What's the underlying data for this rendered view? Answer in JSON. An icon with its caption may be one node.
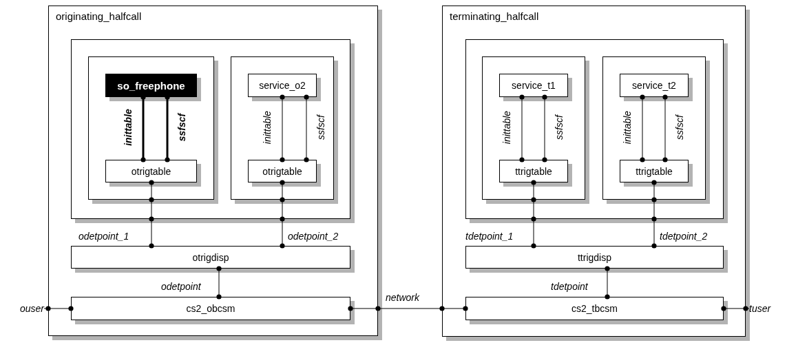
{
  "diagram": {
    "nodes": [
      {
        "text": [
          "originating_halfcall"
        ]
      },
      {
        "text": [],
        "shape": "box",
        "in": 0
      },
      {
        "text": [],
        "shape": "box",
        "in": 1
      },
      {
        "text": [
          "so_freephone"
        ],
        "in": 2
      },
      {
        "text": [
          "otrigtable"
        ],
        "in": 2
      },
      {
        "text": [],
        "shape": "box",
        "in": 1
      },
      {
        "text": [
          "service_o2"
        ],
        "in": 5
      },
      {
        "text": [
          "otrigtable"
        ],
        "in": 5
      },
      {
        "text": [
          "otrigdisp"
        ],
        "in": 0
      },
      {
        "text": [
          "cs2_obcsm"
        ],
        "in": 0
      },
      {
        "text": [
          "terminating_halfcall"
        ]
      },
      {
        "text": [],
        "shape": "box",
        "in": 10
      },
      {
        "text": [],
        "shape": "box",
        "in": 11
      },
      {
        "text": [
          "service_t1"
        ],
        "in": 12
      },
      {
        "text": [
          "ttrigtable"
        ],
        "in": 12
      },
      {
        "text": [],
        "shape": "box",
        "in": 11
      },
      {
        "text": [
          "service_t2"
        ],
        "in": 15
      },
      {
        "text": [
          "ttrigtable"
        ],
        "in": 15
      },
      {
        "text": [
          "ttrigdisp"
        ],
        "in": 10
      },
      {
        "text": [
          "cs2_tbcsm"
        ],
        "in": 10
      },
      {
        "text": [
          "ouser"
        ]
      },
      {
        "text": [
          "tuser"
        ]
      }
    ],
    "edges": [
      {
        "from": 3,
        "to": 4,
        "arrow": "other",
        "label": "inittable",
        "style": "thick"
      },
      {
        "from": 3,
        "to": 4,
        "arrow": "other",
        "label": "ssfscf",
        "style": "thick"
      },
      {
        "from": 6,
        "to": 7,
        "arrow": "other",
        "label": "inittable"
      },
      {
        "from": 6,
        "to": 7,
        "arrow": "other",
        "label": "ssfscf"
      },
      {
        "from": 4,
        "to": 8,
        "arrow": "other",
        "label": "odetpoint_1"
      },
      {
        "from": 7,
        "to": 8,
        "arrow": "other",
        "label": "odetpoint_2"
      },
      {
        "from": 8,
        "to": 9,
        "arrow": "other",
        "label": "odetpoint"
      },
      {
        "from": 20,
        "to": 9,
        "arrow": "other"
      },
      {
        "from": 9,
        "to": 19,
        "arrow": "other",
        "label": "network"
      },
      {
        "from": 13,
        "to": 14,
        "arrow": "other",
        "label": "inittable"
      },
      {
        "from": 13,
        "to": 14,
        "arrow": "other",
        "label": "ssfscf"
      },
      {
        "from": 16,
        "to": 17,
        "arrow": "other",
        "label": "inittable"
      },
      {
        "from": 16,
        "to": 17,
        "arrow": "other",
        "label": "ssfscf"
      },
      {
        "from": 14,
        "to": 18,
        "arrow": "other",
        "label": "tdetpoint_1"
      },
      {
        "from": 17,
        "to": 18,
        "arrow": "other",
        "label": "tdetpoint_2"
      },
      {
        "from": 18,
        "to": 19,
        "arrow": "other",
        "label": "tdetpoint"
      },
      {
        "from": 19,
        "to": 21,
        "arrow": "other"
      }
    ]
  }
}
